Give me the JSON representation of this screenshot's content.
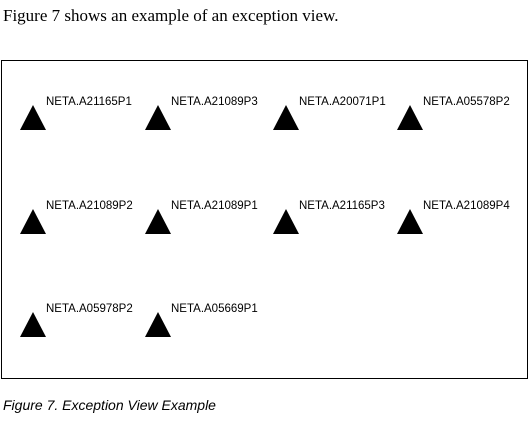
{
  "intro_text": "Figure 7 shows an example of an exception view.",
  "exception_view": {
    "nodes": [
      {
        "label": "NETA.A21165P1",
        "icon": "triangle-icon"
      },
      {
        "label": "NETA.A21089P3",
        "icon": "triangle-icon"
      },
      {
        "label": "NETA.A20071P1",
        "icon": "triangle-icon"
      },
      {
        "label": "NETA.A05578P2",
        "icon": "triangle-icon"
      },
      {
        "label": "NETA.A21089P2",
        "icon": "triangle-icon"
      },
      {
        "label": "NETA.A21089P1",
        "icon": "triangle-icon"
      },
      {
        "label": "NETA.A21165P3",
        "icon": "triangle-icon"
      },
      {
        "label": "NETA.A21089P4",
        "icon": "triangle-icon"
      },
      {
        "label": "NETA.A05978P2",
        "icon": "triangle-icon"
      },
      {
        "label": "NETA.A05669P1",
        "icon": "triangle-icon"
      }
    ]
  },
  "caption": "Figure 7. Exception View Example"
}
